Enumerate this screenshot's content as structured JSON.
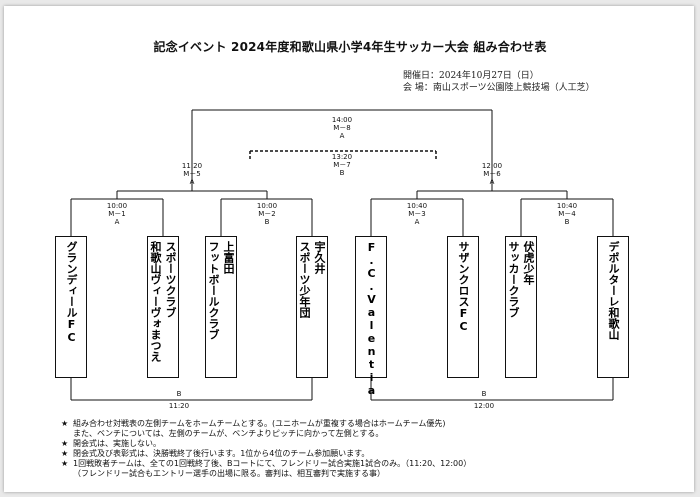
{
  "header": {
    "title": "記念イベント 2024年度和歌山県小学4年生サッカー大会 組み合わせ表",
    "date": "開催日：2024年10月27日（日）",
    "venue": "会 場：南山スポーツ公園陸上競技場（人工芝）"
  },
  "matches": {
    "m8": {
      "time": "14:00",
      "id": "M－8",
      "court": "A"
    },
    "m7": {
      "time": "13:20",
      "id": "M－7",
      "court": "B"
    },
    "m5": {
      "time": "11:20",
      "id": "M－5",
      "court": "A"
    },
    "m6": {
      "time": "12:00",
      "id": "M－6",
      "court": "A"
    },
    "m1": {
      "time": "10:00",
      "id": "M－1",
      "court": "A"
    },
    "m2": {
      "time": "10:00",
      "id": "M－2",
      "court": "B"
    },
    "m3": {
      "time": "10:40",
      "id": "M－3",
      "court": "A"
    },
    "m4": {
      "time": "10:40",
      "id": "M－4",
      "court": "B"
    }
  },
  "teams": {
    "t1": "グランディールFC",
    "t2a": "スポーツクラブ",
    "t2b": "和歌山ヴィーヴォまつえ",
    "t3a": "上富田",
    "t3b": "フットボールクラブ",
    "t4a": "宇久井",
    "t4b": "スポーツ少年団",
    "t5": "F.C.Valentia",
    "t6": "サザンクロスFC",
    "t7a": "伏虎少年",
    "t7b": "サッカークラブ",
    "t8": "デポルターレ和歌山"
  },
  "friendly": {
    "left": {
      "court": "B",
      "time": "11:20"
    },
    "right": {
      "court": "B",
      "time": "12:00"
    }
  },
  "notes": [
    {
      "star": "★",
      "text": "組み合わせ対戦表の左側チームをホームチームとする。(ユニホームが重複する場合はホームチーム優先)"
    },
    {
      "star": "",
      "text": "また、ベンチについては、左側のチームが、ベンチよりピッチに向かって左側とする。"
    },
    {
      "star": "★",
      "text": "開会式は、実施しない。"
    },
    {
      "star": "★",
      "text": "閉会式及び表彰式は、決勝戦終了後行います。1位から4位のチーム参加願います。"
    },
    {
      "star": "★",
      "text": "1回戦敗者チームは、全ての1回戦終了後、Bコートにて、フレンドリー試合実施1試合のみ。（11:20、12:00）"
    },
    {
      "star": "",
      "text": "（フレンドリー試合もエントリー選手の出場に限る。審判は、相互審判で実施する事）"
    }
  ]
}
